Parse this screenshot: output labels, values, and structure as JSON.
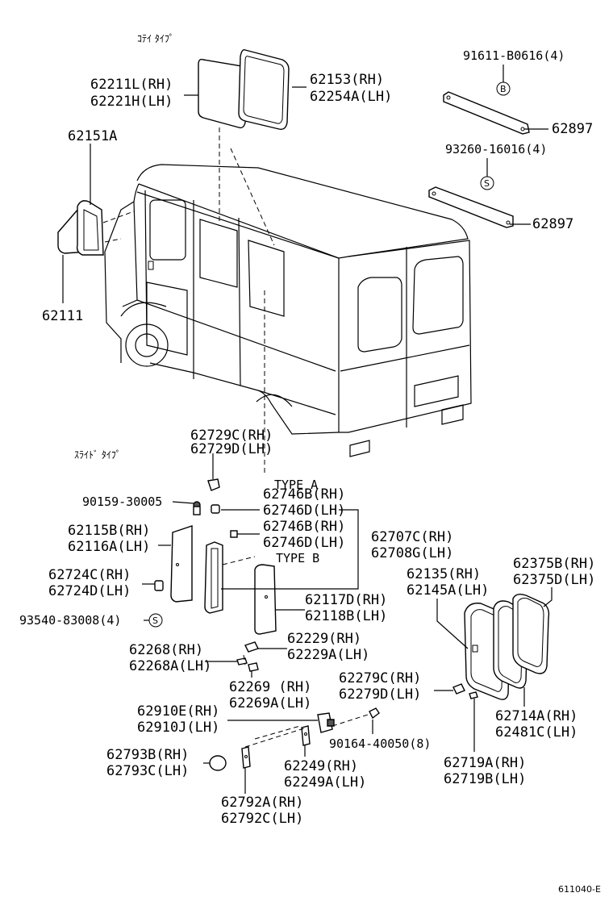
{
  "headings": {
    "fixed_type": "ｺﾃｲ ﾀｲﾌﾟ",
    "slide_type": "ｽﾗｲﾄﾞ ﾀｲﾌﾟ",
    "type_a": "TYPE A",
    "type_b": "TYPE B"
  },
  "labels": {
    "p62211": [
      "62211L(RH)",
      "62221H(LH)"
    ],
    "p62153": [
      "62153(RH)",
      "62254A(LH)"
    ],
    "p91611": "91611-B0616(4)",
    "p62897a": "62897",
    "p93260": "93260-16016(4)",
    "p62897b": "62897",
    "p62151": "62151A",
    "p62111": "62111",
    "p62729": [
      "62729C(RH)",
      "62729D(LH)"
    ],
    "p90159": "90159-30005",
    "p62746a": [
      "62746B(RH)",
      "62746D(LH)"
    ],
    "p62746b": [
      "62746B(RH)",
      "62746D(LH)"
    ],
    "p62707": [
      "62707C(RH)",
      "62708G(LH)"
    ],
    "p62115": [
      "62115B(RH)",
      "62116A(LH)"
    ],
    "p62724": [
      "62724C(RH)",
      "62724D(LH)"
    ],
    "p93540": "93540-83008(4)",
    "p62117": [
      "62117D(RH)",
      "62118B(LH)"
    ],
    "p62135": [
      "62135(RH)",
      "62145A(LH)"
    ],
    "p62375": [
      "62375B(RH)",
      "62375D(LH)"
    ],
    "p62229": [
      "62229(RH)",
      "62229A(LH)"
    ],
    "p62268": [
      "62268(RH)",
      "62268A(LH)"
    ],
    "p62269": [
      "62269 (RH)",
      "62269A(LH)"
    ],
    "p62279": [
      "62279C(RH)",
      "62279D(LH)"
    ],
    "p62910": [
      "62910E(RH)",
      "62910J(LH)"
    ],
    "p90164": "90164-40050(8)",
    "p62714": [
      "62714A(RH)",
      "62481C(LH)"
    ],
    "p62793": [
      "62793B(RH)",
      "62793C(LH)"
    ],
    "p62249": [
      "62249(RH)",
      "62249A(LH)"
    ],
    "p62719": [
      "62719A(RH)",
      "62719B(LH)"
    ],
    "p62792": [
      "62792A(RH)",
      "62792C(LH)"
    ]
  },
  "markers": {
    "b": "B",
    "s1": "S",
    "s2": "S"
  },
  "figure_code": "611040-E"
}
